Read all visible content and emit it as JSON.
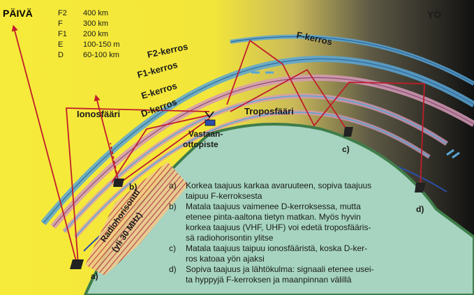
{
  "labels": {
    "day": "PÄIVÄ",
    "night": "YÖ",
    "ionosphere": "Ionosfääri",
    "troposphere": "Troposfääri",
    "receiver_line1": "Vastaan-",
    "receiver_line2": "ottopiste",
    "radio_horizon_line1": "Radiohorisontti",
    "radio_horizon_line2": "(yli 30 MHz)",
    "point_a": "a)",
    "point_b": "b)",
    "point_c": "c)",
    "point_d": "d)"
  },
  "layer_labels": {
    "f2": "F2-kerros",
    "f1": "F1-kerros",
    "e": "E-kerros",
    "d": "D-kerros",
    "f_night": "F-kerros"
  },
  "legend": [
    {
      "name": "F2",
      "height": "400 km"
    },
    {
      "name": "F",
      "height": "300 km"
    },
    {
      "name": "F1",
      "height": "200 km"
    },
    {
      "name": "E",
      "height": "100-150 m"
    },
    {
      "name": "D",
      "height": "60-100 km"
    }
  ],
  "notes": [
    {
      "key": "a)",
      "lines": [
        "Korkea taajuus karkaa avaruuteen, sopiva taajuus",
        "taipuu F-kerroksesta"
      ]
    },
    {
      "key": "b)",
      "lines": [
        "Matala taajuus vaimenee D-kerroksessa, mutta",
        "etenee pinta-aaltona tietyn matkan. Myös hyvin",
        "korkea taajuus (VHF, UHF) voi edetä troposfääris-",
        "sä radiohorisontin ylitse"
      ]
    },
    {
      "key": "c)",
      "lines": [
        "Matala taajuus taipuu ionosfääristä, koska D-ker-",
        "ros katoaa yön ajaksi"
      ]
    },
    {
      "key": "d)",
      "lines": [
        "Sopiva taajuus ja lähtökulma: signaali etenee usei-",
        "ta hyppyjä F-kerroksen ja maanpinnan välillä"
      ]
    }
  ],
  "colors": {
    "day_sky": "#f6ea3a",
    "night_sky": "#111111",
    "earth": "#a6d4c0",
    "earth_edge": "#5a8a63",
    "layer_blue": "#5aa6d6",
    "layer_pink": "#d59ab6",
    "ray_red": "#c01d2b",
    "troposphere_blue": "#2b4ea8",
    "horizon_hatch": "#b03040"
  }
}
